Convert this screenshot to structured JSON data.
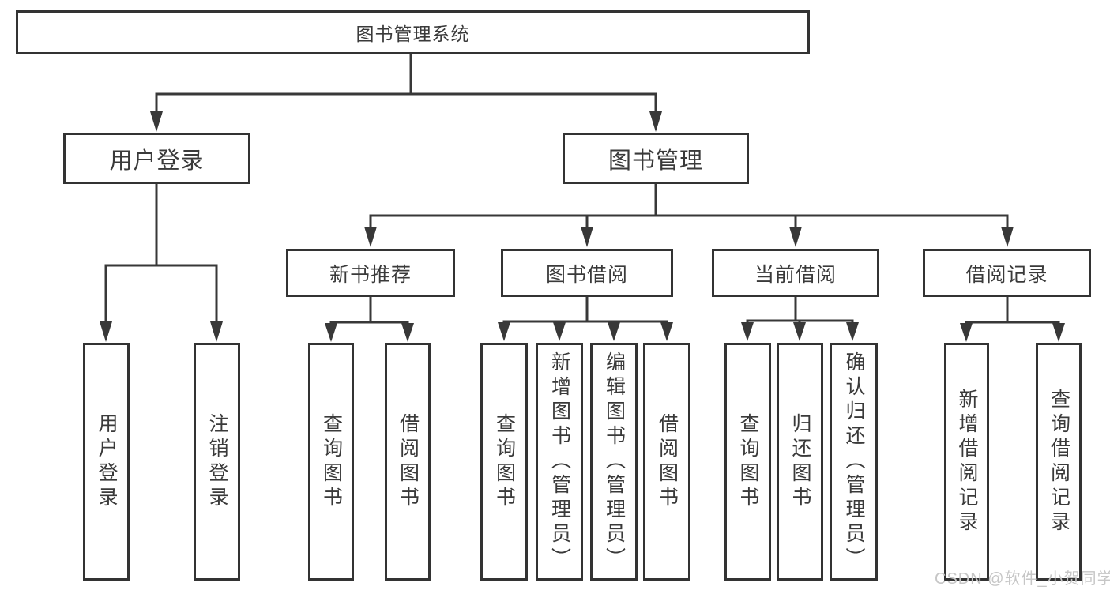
{
  "tree": {
    "root": "图书管理系统",
    "branches": [
      {
        "label": "用户登录",
        "leaves": [
          "用户登录",
          "注销登录"
        ]
      },
      {
        "label": "图书管理",
        "sections": [
          {
            "label": "新书推荐",
            "leaves": [
              "查询图书",
              "借阅图书"
            ]
          },
          {
            "label": "图书借阅",
            "leaves": [
              "查询图书",
              "新增图书（管理员）",
              "编辑图书（管理员）",
              "借阅图书"
            ]
          },
          {
            "label": "当前借阅",
            "leaves": [
              "查询图书",
              "归还图书",
              "确认归还（管理员）"
            ]
          },
          {
            "label": "借阅记录",
            "leaves": [
              "新增借阅记录",
              "查询借阅记录"
            ]
          }
        ]
      }
    ]
  },
  "colors": {
    "line": "#383838",
    "border": "#333333",
    "text": "#3a3a3a",
    "watermark": "#c6c6c6"
  },
  "watermark": "CSDN @软件_小贺同学"
}
